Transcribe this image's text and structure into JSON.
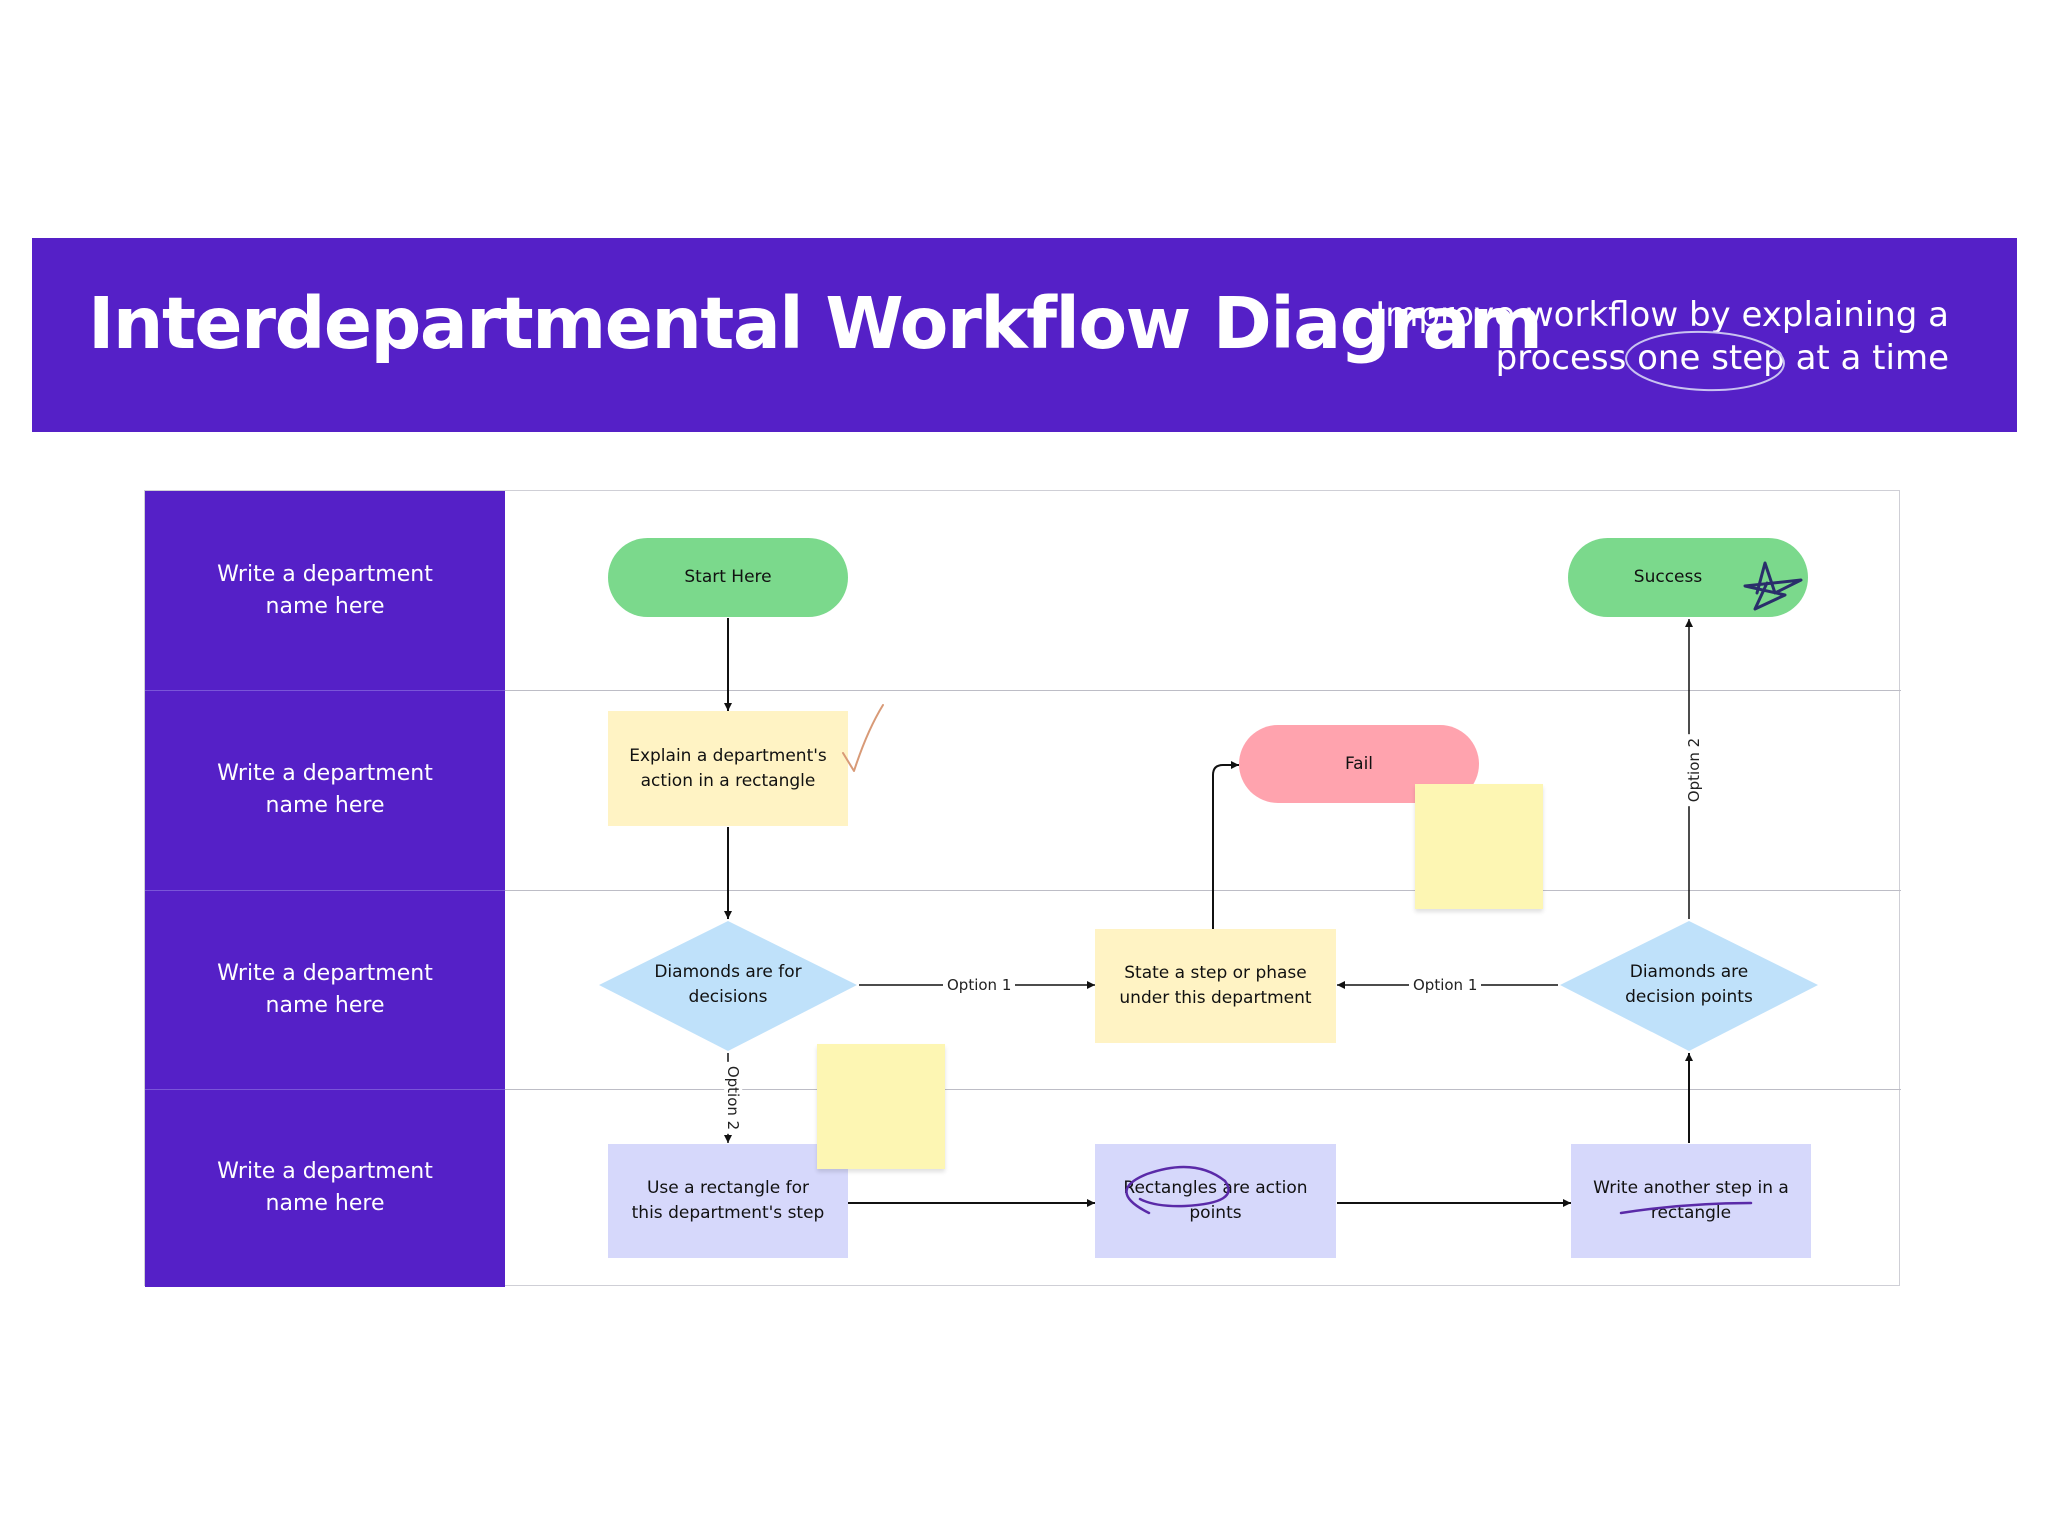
{
  "header": {
    "title": "Interdepartmental Workflow Diagram",
    "subtitle_line1": "Improve workflow by explaining a",
    "subtitle_pre": "process",
    "subtitle_highlight": "one step",
    "subtitle_post": "at a time"
  },
  "lanes": [
    "Write a department name here",
    "Write a department name here",
    "Write a department name here",
    "Write a department name here"
  ],
  "nodes": {
    "start": "Start Here",
    "success": "Success",
    "explain": "Explain a department's action in a rectangle",
    "fail": "Fail",
    "diamond_left": "Diamonds are for decisions",
    "state_step": "State a step or phase under this department",
    "diamond_right": "Diamonds are decision points",
    "use_rect": "Use a rectangle for this department's step",
    "rect_action": "Rectangles are action points",
    "write_another": "Write another step in a rectangle"
  },
  "edge_labels": {
    "option1_left": "Option 1",
    "option1_right": "Option 1",
    "option2_left": "Option 2",
    "option2_right": "Option 2"
  },
  "colors": {
    "brand": "#5520C7",
    "terminal_green": "#7BD98C",
    "fail_red": "#FFA3AE",
    "step_yellow": "#FFF3C4",
    "decision_blue": "#BFE1FA",
    "action_lavender": "#D6D8FB",
    "sticky_note": "#FDF6B3"
  },
  "icons": [
    "checkmark-annotation-icon",
    "star-annotation-icon"
  ]
}
